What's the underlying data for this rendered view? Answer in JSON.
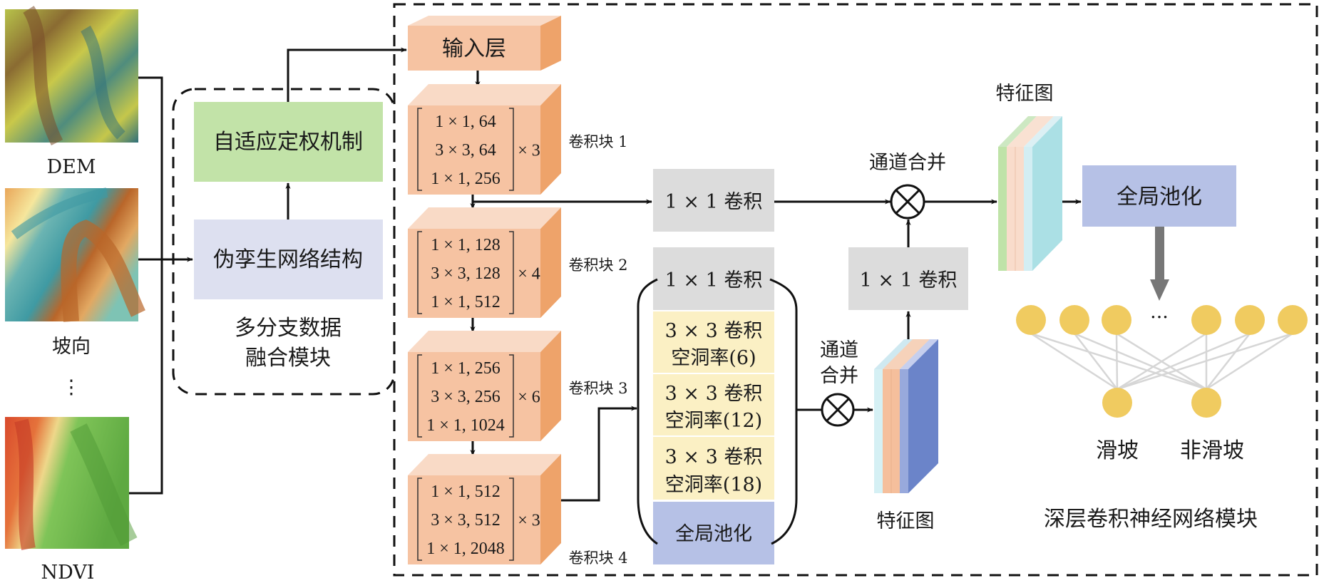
{
  "inputs": [
    {
      "id": "dem",
      "label": "DEM"
    },
    {
      "id": "aspect",
      "label": "坡向"
    },
    {
      "id": "ellipsis",
      "label": "⋮"
    },
    {
      "id": "ndvi",
      "label": "NDVI"
    }
  ],
  "fusion_module": {
    "title_line1": "多分支数据",
    "title_line2": "融合模块",
    "adaptive_weighting": "自适应定权机制",
    "pseudo_siamese": "伪孪生网络结构"
  },
  "backbone": {
    "input_layer": "输入层",
    "blocks": [
      {
        "label": "卷积块 1",
        "rows": [
          "1 × 1, 64",
          "3 × 3, 64",
          "1 × 1, 256"
        ],
        "repeat": "× 3"
      },
      {
        "label": "卷积块 2",
        "rows": [
          "1 × 1, 128",
          "3 × 3, 128",
          "1 × 1, 512"
        ],
        "repeat": "× 4"
      },
      {
        "label": "卷积块 3",
        "rows": [
          "1 × 1, 256",
          "3 × 3, 256",
          "1 × 1, 1024"
        ],
        "repeat": "× 6"
      },
      {
        "label": "卷积块 4",
        "rows": [
          "1 × 1, 512",
          "3 × 3, 512",
          "1 × 1, 2048"
        ],
        "repeat": "× 3"
      }
    ]
  },
  "aspp": {
    "conv1x1": "1 × 1 卷积",
    "atrous": [
      {
        "line1": "3 × 3 卷积",
        "line2": "空洞率(6)"
      },
      {
        "line1": "3 × 3 卷积",
        "line2": "空洞率(12)"
      },
      {
        "line1": "3 × 3 卷积",
        "line2": "空洞率(18)"
      }
    ],
    "global_pool": "全局池化",
    "concat_label_line1": "通道",
    "concat_label_line2": "合并",
    "feature_map_label": "特征图"
  },
  "decoder": {
    "shortcut_conv": "1 × 1 卷积",
    "aspp_conv": "1 × 1 卷积",
    "concat_label": "通道合并",
    "feature_map_label": "特征图",
    "global_pool": "全局池化"
  },
  "classifier": {
    "ellipsis": "···",
    "outputs": [
      "滑坡",
      "非滑坡"
    ],
    "module_title": "深层卷积神经网络模块"
  },
  "colors": {
    "block_front": "#f6c3a2",
    "block_top": "#f9dac6",
    "block_side": "#eea36a",
    "grey_box": "#dcdcdc",
    "green_box": "#c2e3a8",
    "lavender_box": "#dde0f0",
    "yellow_box": "#fbf0c4",
    "blue_box": "#b6c1e6",
    "neuron": "#f0cb60",
    "fc_line": "#d6d6d6",
    "down_arrow": "#777777"
  }
}
